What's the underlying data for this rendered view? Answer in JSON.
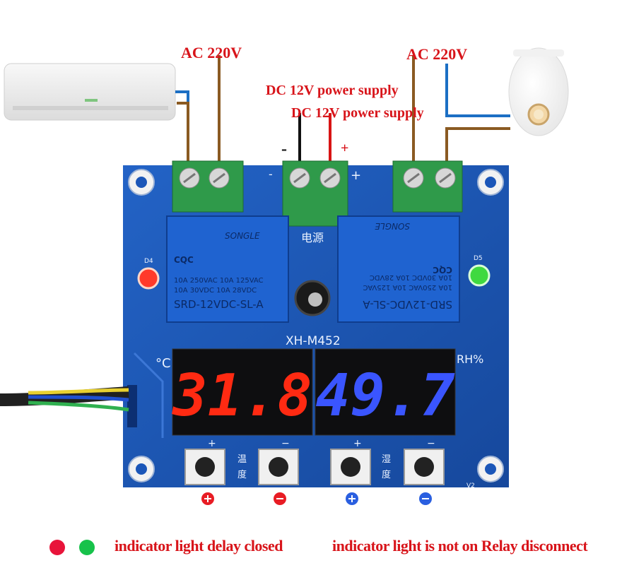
{
  "labels": {
    "ac_left": "AC 220V",
    "ac_right": "AC 220V",
    "dc_supply_1": "DC 12V power supply",
    "dc_supply_2": "DC 12V power supply",
    "minus": "-",
    "plus": "+"
  },
  "board": {
    "model": "XH-M452",
    "power_label": "电源",
    "celsius_unit": "°C",
    "humidity_unit": "RH%",
    "led_left": "D4",
    "led_right": "D5",
    "version": "V2",
    "temp_label": "温",
    "temp_label2": "度",
    "hum_label": "湿",
    "hum_label2": "度",
    "btn_plus": "+",
    "btn_minus": "−"
  },
  "relay": {
    "brand": "SONGLE",
    "line1": "10A 250VAC  10A 125VAC",
    "line2": "10A  30VDC  10A  28VDC",
    "model": "SRD-12VDC-SL-A",
    "cqc": "CQC"
  },
  "displays": {
    "temperature": "31.8",
    "humidity": "49.7",
    "temp_color": "#ff2a12",
    "hum_color": "#3a55ff"
  },
  "legend": {
    "text_left": "indicator light delay closed",
    "text_right": "indicator light is not on Relay disconnect",
    "red": "#e8143a",
    "green": "#17c24a"
  },
  "colors": {
    "pcb": "#1b56b8",
    "terminal": "#2f9a4a",
    "wire_blue": "#1c6fc4",
    "wire_brown": "#8a5a22"
  }
}
